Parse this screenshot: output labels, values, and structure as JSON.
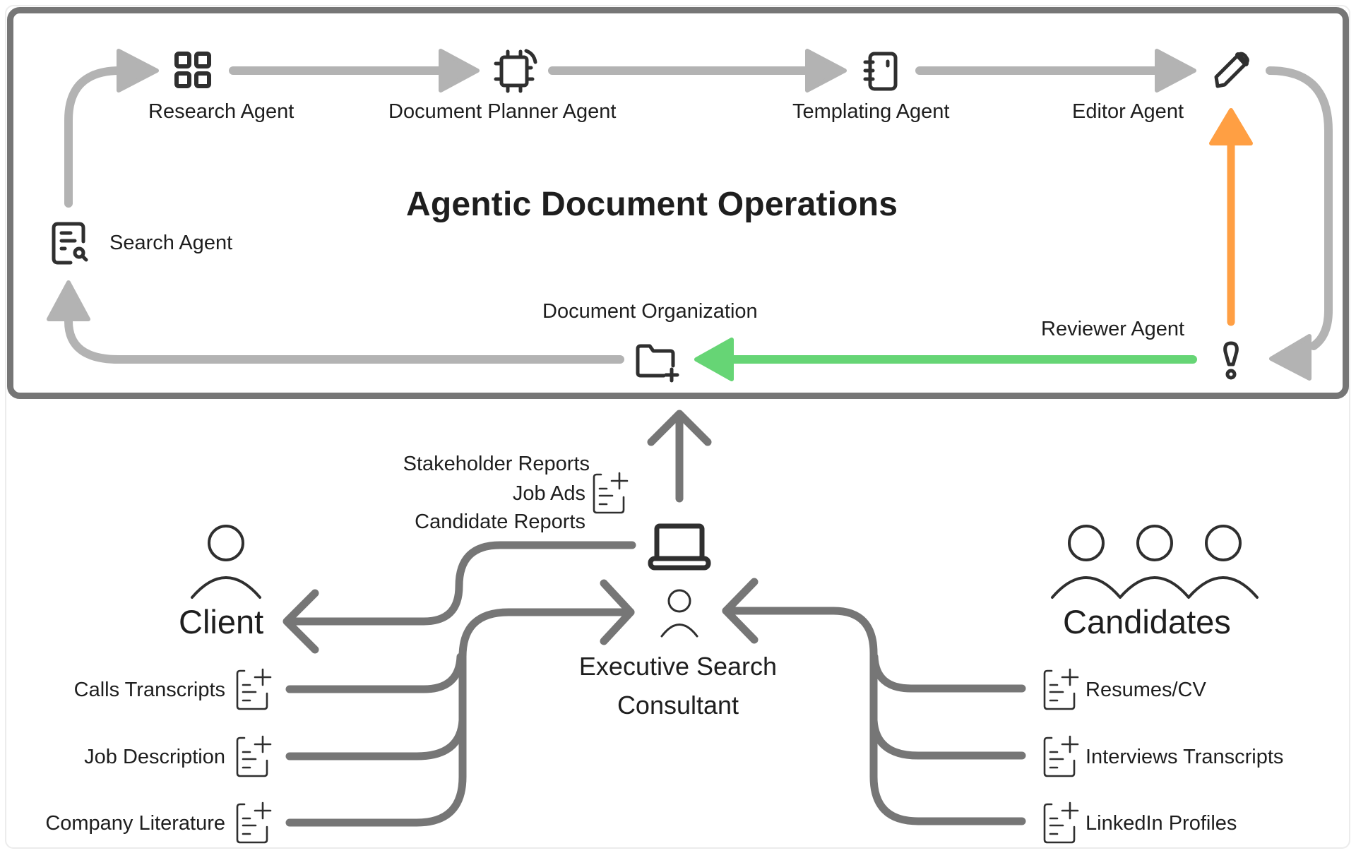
{
  "diagram": {
    "title": "Agentic Document Operations",
    "pipeline": {
      "agents": [
        {
          "id": "research",
          "label": "Research Agent",
          "icon": "grid-icon"
        },
        {
          "id": "planner",
          "label": "Document Planner Agent",
          "icon": "chip-icon"
        },
        {
          "id": "templating",
          "label": "Templating Agent",
          "icon": "notebook-icon"
        },
        {
          "id": "editor",
          "label": "Editor Agent",
          "icon": "pencil-icon"
        },
        {
          "id": "reviewer",
          "label": "Reviewer Agent",
          "icon": "exclamation-icon"
        },
        {
          "id": "organization",
          "label": "Document Organization",
          "icon": "folder-plus-icon"
        },
        {
          "id": "search",
          "label": "Search Agent",
          "icon": "document-search-icon"
        }
      ],
      "flow": [
        {
          "from": "search",
          "to": "research",
          "color": "#b3b3b3"
        },
        {
          "from": "research",
          "to": "planner",
          "color": "#b3b3b3"
        },
        {
          "from": "planner",
          "to": "templating",
          "color": "#b3b3b3"
        },
        {
          "from": "templating",
          "to": "editor",
          "color": "#b3b3b3"
        },
        {
          "from": "editor",
          "to": "reviewer",
          "color": "#b3b3b3"
        },
        {
          "from": "reviewer",
          "to": "editor",
          "color": "#ff9f43",
          "meaning": "revise"
        },
        {
          "from": "reviewer",
          "to": "organization",
          "color": "#66d575",
          "meaning": "approve"
        },
        {
          "from": "organization",
          "to": "search",
          "color": "#b3b3b3"
        }
      ]
    },
    "outputs": {
      "items": [
        "Stakeholder Reports",
        "Job Ads",
        "Candidate Reports"
      ],
      "icon": "document-add-icon"
    },
    "consultant": {
      "label_line1": "Executive Search",
      "label_line2": "Consultant",
      "laptop_icon": "laptop-icon",
      "person_icon": "user-icon"
    },
    "client": {
      "label": "Client",
      "documents": [
        "Calls Transcripts",
        "Job Description",
        "Company Literature"
      ]
    },
    "candidates": {
      "label": "Candidates",
      "documents": [
        "Resumes/CV",
        "Interviews Transcripts",
        "LinkedIn Profiles"
      ]
    },
    "colors": {
      "panel_border": "#767676",
      "loop_arrow": "#b3b3b3",
      "connector": "#767676",
      "approve": "#66d575",
      "revise": "#ff9f43",
      "icon": "#2f2f2f"
    }
  }
}
